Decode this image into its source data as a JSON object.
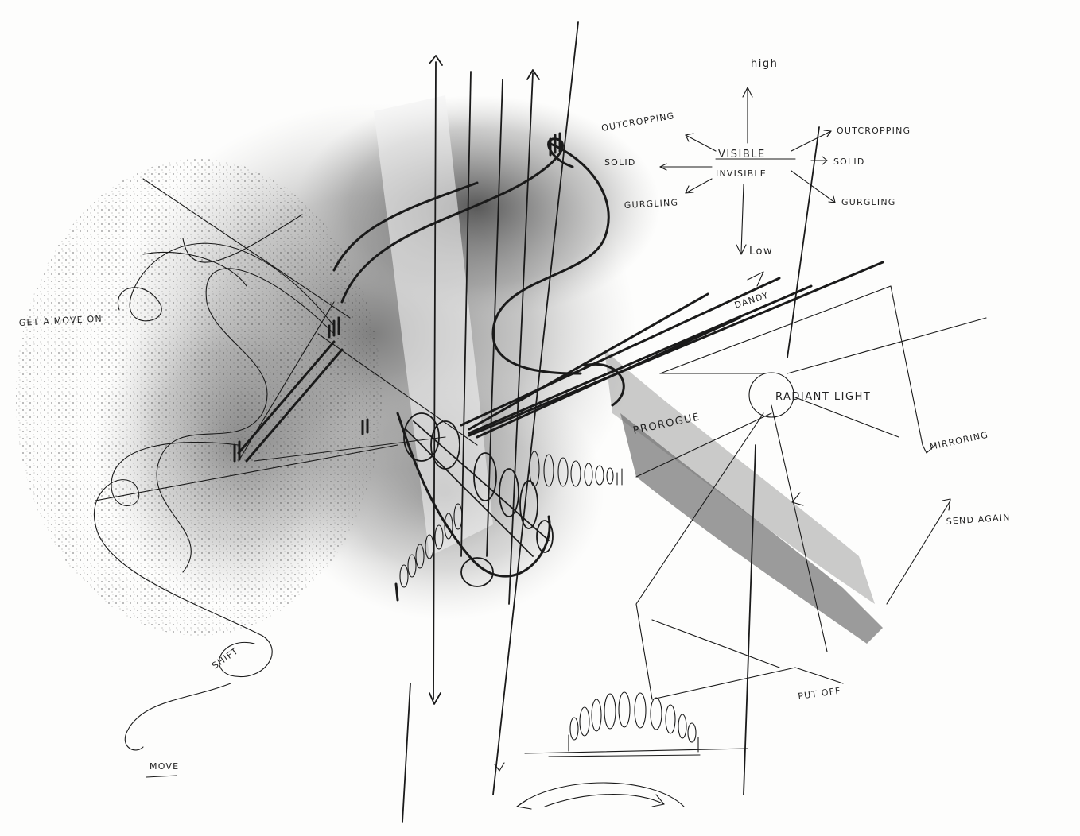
{
  "labels": {
    "high": "high",
    "low": "Low",
    "visible": "VISIBLE",
    "invisible": "INVISIBLE",
    "outcropping_left": "OUTCROPPING",
    "solid_left": "SOLID",
    "gurgling_left": "GURGLING",
    "outcropping_right": "OUTCROPPING",
    "solid_right": "SOLID",
    "gurgling_right": "GURGLING",
    "get_a_move_on": "GET A MOVE ON",
    "dandy": "DANDY",
    "prorogue": "PROROGUE",
    "radiant_light": "RADIANT LIGHT",
    "mirroring": "MIRRORING",
    "send_again": "SEND AGAIN",
    "put_off": "PUT OFF",
    "shift": "SHIFT",
    "move": "MOVE"
  },
  "colors": {
    "ink": "#1a1a1a",
    "paper": "#fdfdfc",
    "frame": "#000000",
    "smudge": "#6b6b6b"
  }
}
